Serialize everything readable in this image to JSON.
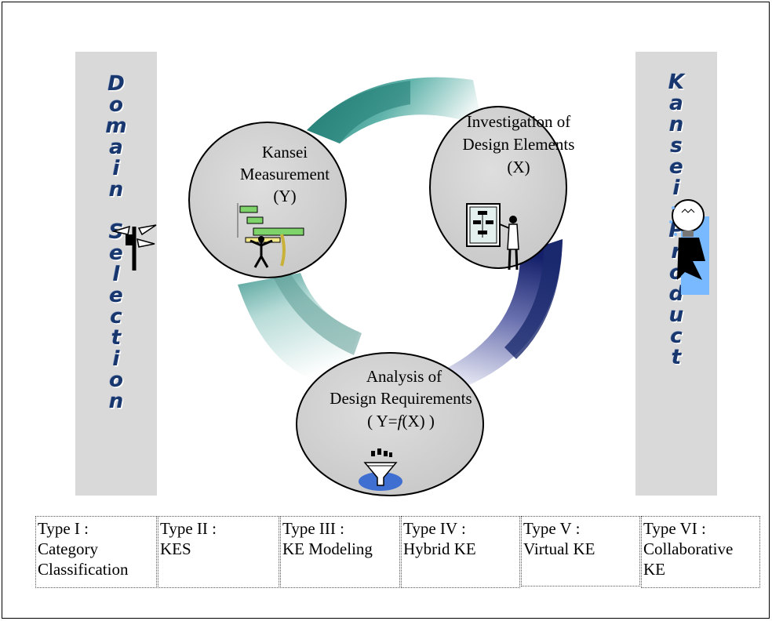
{
  "left_bar": {
    "letters": [
      "D",
      "o",
      "m",
      "a",
      "i",
      "n",
      " ",
      "S",
      "e",
      "l",
      "e",
      "c",
      "t",
      "i",
      "o",
      "n"
    ]
  },
  "right_bar": {
    "letters": [
      "K",
      "a",
      "n",
      "s",
      "e",
      "i",
      " ",
      "P",
      "r",
      "o",
      "d",
      "u",
      "c",
      "t"
    ]
  },
  "circles": {
    "kansei": {
      "line1": "Kansei",
      "line2": "Measurement",
      "line3": "(Y)"
    },
    "investigation": {
      "line1": "Investigation of",
      "line2": "Design Elements",
      "line3": "(X)"
    },
    "analysis": {
      "line1": "Analysis of",
      "line2": "Design Requirements",
      "line3_pre": "( Y=",
      "line3_f": "f",
      "line3_post": "(X) )"
    }
  },
  "types": [
    {
      "title": "Type I :",
      "desc": "Category\nClassification"
    },
    {
      "title": "Type II :",
      "desc": "KES"
    },
    {
      "title": "Type III :",
      "desc": "KE Modeling"
    },
    {
      "title": "Type IV :",
      "desc": "Hybrid KE"
    },
    {
      "title": "Type V :",
      "desc": "Virtual KE"
    },
    {
      "title": "Type VI :",
      "desc": "Collaborative\nKE"
    }
  ],
  "colors": {
    "bar_grey": "#d9d9d9",
    "letter_blue": "#17376e",
    "teal": "#2b8a7f",
    "navy": "#1c2a6e",
    "circle_grey": "#d3d3d3"
  }
}
